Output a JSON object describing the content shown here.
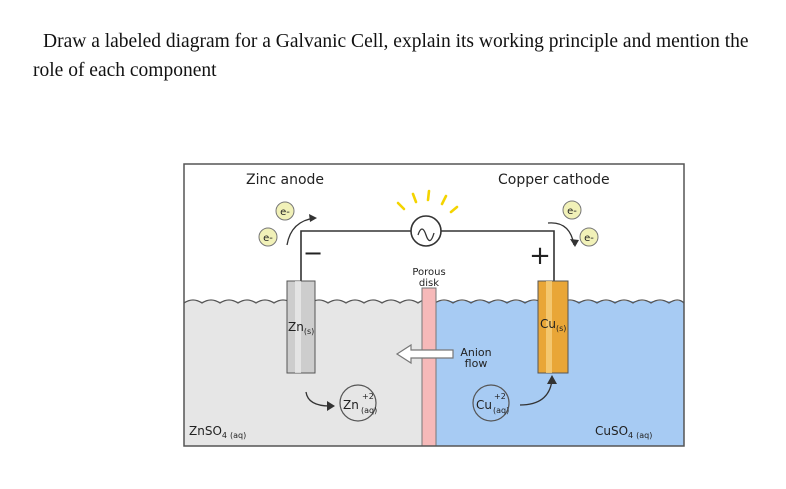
{
  "question": {
    "text": "Draw a labeled diagram for a Galvanic Cell, explain its working principle and mention the role of each component"
  },
  "diagram": {
    "zinc_anode_label": "Zinc anode",
    "copper_cathode_label": "Copper cathode",
    "electron": "e-",
    "minus_sign": "−",
    "plus_sign": "+",
    "porous_disk_line1": "Porous",
    "porous_disk_line2": "disk",
    "zn_electrode": {
      "symbol": "Zn",
      "state": "(s)"
    },
    "cu_electrode": {
      "symbol": "Cu",
      "state": "(s)"
    },
    "anion_flow_line1": "Anion",
    "anion_flow_line2": "flow",
    "zn_ion": {
      "symbol": "Zn",
      "charge": "+2",
      "state": "(aq)"
    },
    "cu_ion": {
      "symbol": "Cu",
      "charge": "+2",
      "state": "(aq)"
    },
    "znso4": {
      "formula": "ZnSO",
      "sub": "4",
      "state": "(aq)"
    },
    "cuso4": {
      "formula": "CuSO",
      "sub": "4",
      "state": "(aq)"
    },
    "colors": {
      "left_solution": "#e6e6e6",
      "right_solution": "#a7cbf3",
      "zinc": "#cdcdcd",
      "copper": "#e9a637",
      "porous_disk": "#f6b9b9",
      "bulb_rays": "#f4d400"
    }
  }
}
